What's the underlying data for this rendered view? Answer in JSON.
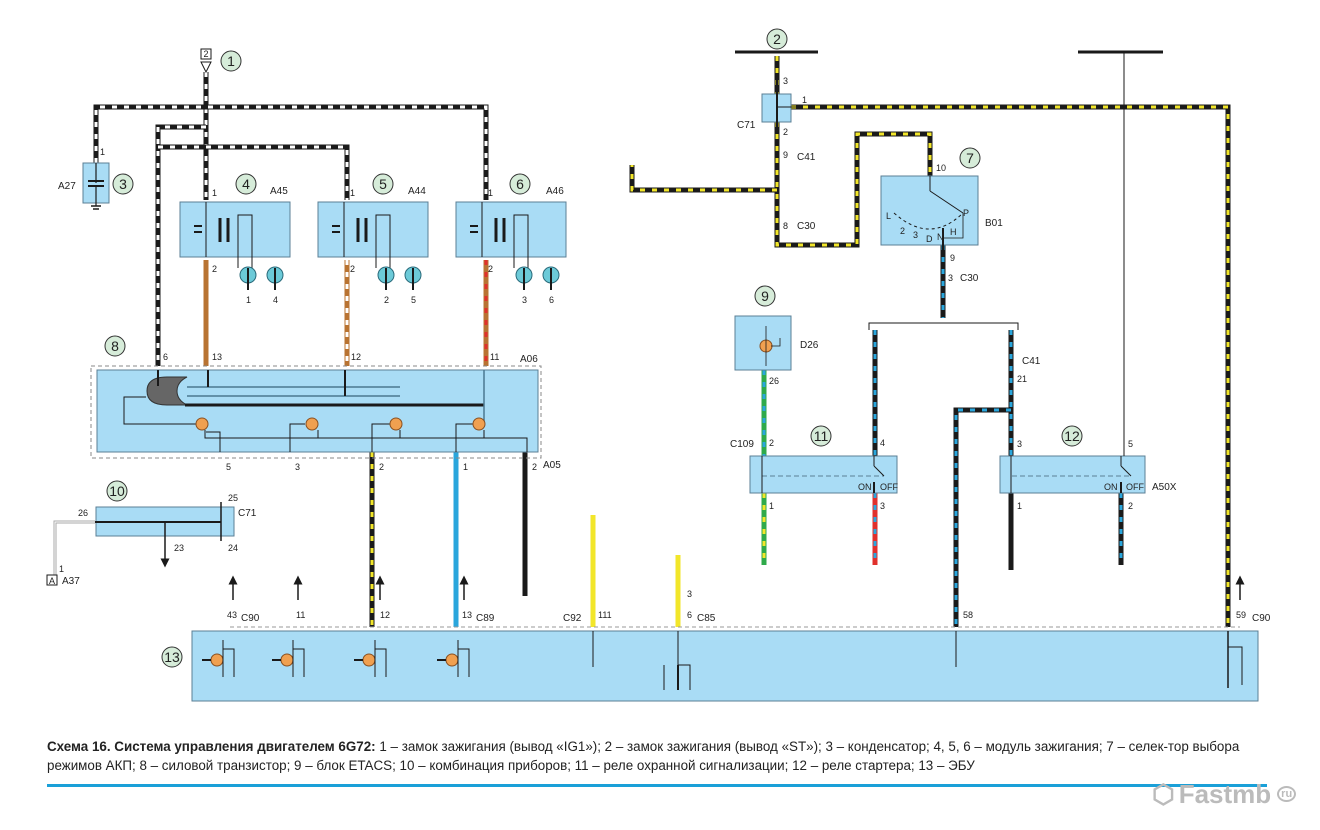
{
  "diagram": {
    "title": "Схема 16. Система управления двигателем 6G72",
    "colors": {
      "module_fill": "#a9dcf5",
      "module_stroke": "#5b7f95",
      "callout_fill": "#d6ecd9",
      "wire_black": "#1a1a1a",
      "wire_white": "#ffffff",
      "wire_yellow": "#f2e62a",
      "wire_brown": "#b87332",
      "wire_red": "#e0302c",
      "wire_blue": "#2aa6dc",
      "wire_green": "#2faa4a",
      "transistor": "#f0a050",
      "rule_blue": "#1aa0d8"
    },
    "callouts": [
      "1",
      "2",
      "3",
      "4",
      "5",
      "6",
      "7",
      "8",
      "9",
      "10",
      "11",
      "12",
      "13"
    ],
    "components": {
      "ignition_switch_ig1": {
        "callout": "1",
        "terminal": "2"
      },
      "ignition_switch_st": {
        "callout": "2"
      },
      "capacitor": {
        "callout": "3",
        "code": "A27",
        "pin": "1"
      },
      "ignition_module_4": {
        "callout": "4",
        "code": "A45",
        "pins": [
          "1",
          "2"
        ],
        "coil_pins": [
          "1",
          "4"
        ]
      },
      "ignition_module_5": {
        "callout": "5",
        "code": "A44",
        "pins": [
          "1",
          "2"
        ],
        "coil_pins": [
          "2",
          "5"
        ]
      },
      "ignition_module_6": {
        "callout": "6",
        "code": "A46",
        "pins": [
          "1",
          "2"
        ],
        "coil_pins": [
          "3",
          "6"
        ]
      },
      "power_transistor": {
        "callout": "8",
        "code_top": "A06",
        "code_bottom": "A05",
        "top_pins": [
          "6",
          "13",
          "12",
          "11"
        ],
        "bottom_pins": [
          "5",
          "3",
          "2",
          "1",
          "2"
        ]
      },
      "etacs": {
        "callout": "9",
        "code": "D26",
        "pin": "26"
      },
      "instrument_cluster": {
        "callout": "10",
        "code": "C71",
        "pins": [
          "26",
          "25",
          "24",
          "23"
        ],
        "link_pin": "1",
        "link_code": "A37",
        "link_tag": "A"
      },
      "connector_c71": {
        "code": "C71",
        "pins": [
          "3",
          "1",
          "2"
        ]
      },
      "selector": {
        "callout": "7",
        "code": "B01",
        "pin_top": "10",
        "pin_bottom": "9",
        "positions": [
          "L",
          "2",
          "3",
          "D",
          "N",
          "H",
          "P"
        ]
      },
      "alarm_relay": {
        "callout": "11",
        "connector": "C109",
        "pins": [
          "2",
          "4",
          "1",
          "3"
        ],
        "switch_on": "ON",
        "switch_off": "OFF"
      },
      "starter_relay": {
        "callout": "12",
        "code": "A50X",
        "pins": [
          "3",
          "5",
          "1",
          "2"
        ],
        "switch_on": "ON",
        "switch_off": "OFF"
      },
      "ecu": {
        "callout": "13"
      }
    },
    "connectors": {
      "c41_top": {
        "code": "C41",
        "pin": "9"
      },
      "c30_top": {
        "code": "C30",
        "pin": "8"
      },
      "c30_sel": {
        "code": "C30",
        "pin": "3"
      },
      "c41_right": {
        "code": "C41",
        "pin": "21"
      },
      "ecu_pins": [
        {
          "pin": "43",
          "code": "C90"
        },
        {
          "pin": "11",
          "code": ""
        },
        {
          "pin": "12",
          "code": ""
        },
        {
          "pin": "13",
          "code": "C89"
        },
        {
          "pin": "111",
          "code": "C92"
        },
        {
          "pin": "6",
          "code": "C85",
          "upper_pin": "3"
        },
        {
          "pin": "58",
          "code": ""
        },
        {
          "pin": "59",
          "code": "C90"
        }
      ]
    }
  },
  "caption": {
    "bold": "Схема 16. Система управления двигателем 6G72:",
    "text": " 1 – замок зажигания (вывод «IG1»); 2 – замок зажигания (вывод «ST»); 3 – конденсатор; 4, 5, 6 – модуль зажигания; 7 – селек-тор выбора режимов АКП; 8 – силовой транзистор; 9 – блок ETACS; 10 – комбинация приборов; 11 – реле охранной сигнализации; 12 – реле стартера; 13 – ЭБУ"
  },
  "watermark": {
    "text": "Fastmb",
    "suffix": "ru"
  }
}
